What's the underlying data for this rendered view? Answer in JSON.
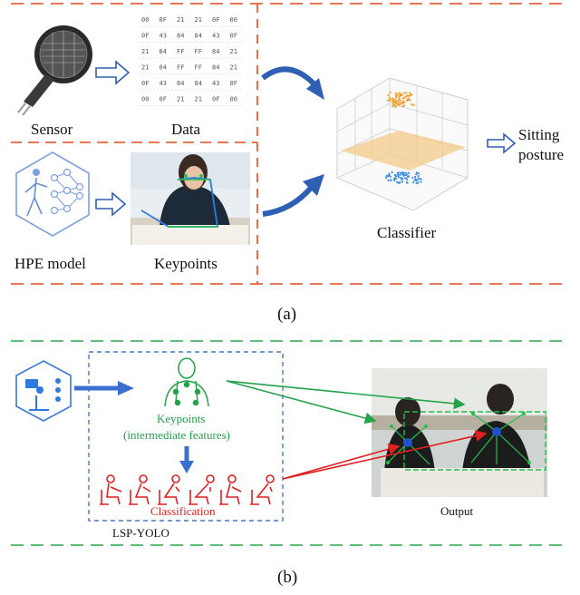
{
  "panel_a": {
    "sensor_label": "Sensor",
    "data_label": "Data",
    "hpe_label": "HPE model",
    "keypoints_label": "Keypoints",
    "classifier_label": "Classifier",
    "output_label_line1": "Sitting",
    "output_label_line2": "posture",
    "caption": "(a)",
    "data_grid": [
      [
        "00",
        "0F",
        "21",
        "21",
        "0F",
        "00"
      ],
      [
        "0F",
        "43",
        "84",
        "84",
        "43",
        "0F"
      ],
      [
        "21",
        "84",
        "FF",
        "FF",
        "84",
        "21"
      ],
      [
        "21",
        "84",
        "FF",
        "FF",
        "84",
        "21"
      ],
      [
        "0F",
        "43",
        "84",
        "84",
        "43",
        "0F"
      ],
      [
        "00",
        "0F",
        "21",
        "21",
        "0F",
        "00"
      ]
    ]
  },
  "panel_b": {
    "keypoints_line1": "Keypoints",
    "keypoints_line2": "(intermediate features)",
    "classification_label": "Classification",
    "model_label": "LSP-YOLO",
    "output_label": "Output",
    "caption": "(b)"
  },
  "colors": {
    "panel_a_divider": "#e04a1c",
    "panel_b_divider": "#2aa84a",
    "arrow_blue": "#2f5fb3",
    "keypoint_green": "#22a34a",
    "classification_red": "#e02020",
    "dashed_box_blue": "#4a78c8"
  }
}
